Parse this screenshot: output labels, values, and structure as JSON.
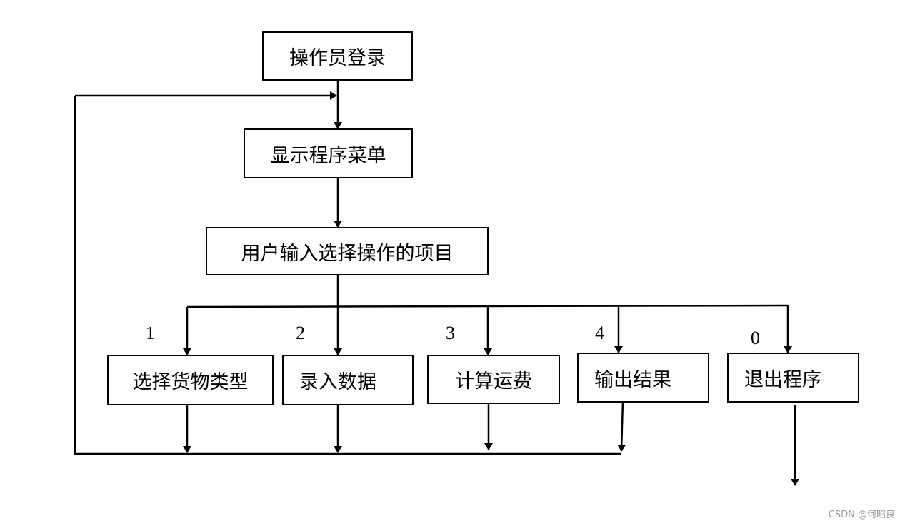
{
  "nodes": {
    "login": "操作员登录",
    "menu": "显示程序菜单",
    "select_input": "用户输入选择操作的项目",
    "cargo_type": "选择货物类型",
    "enter_data": "录入数据",
    "calc_fee": "计算运费",
    "output_result": "输出结果",
    "exit_program": "退出程序"
  },
  "branch_labels": {
    "cargo_type": "1",
    "enter_data": "2",
    "calc_fee": "3",
    "output_result": "4",
    "exit_program": "0"
  },
  "watermark": "CSDN @何昭良"
}
